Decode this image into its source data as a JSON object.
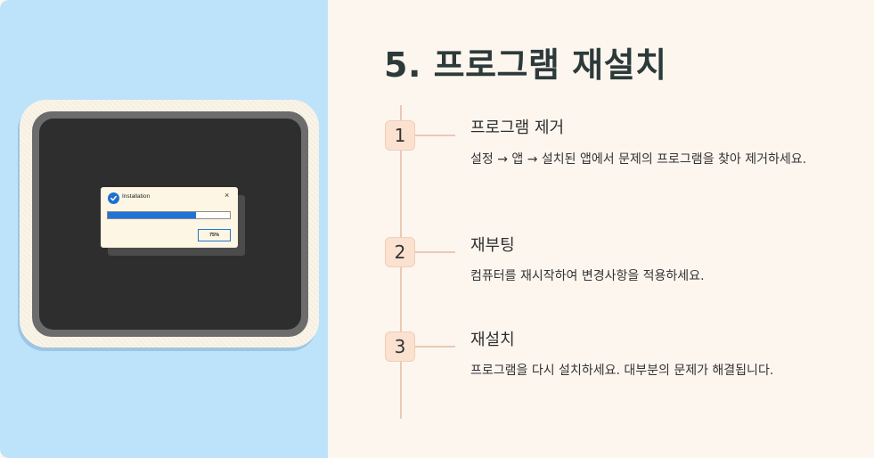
{
  "title": "5. 프로그램 재설치",
  "illustration": {
    "dialog_title": "Installation",
    "dialog_close": "×",
    "progress_fraction": 0.72,
    "button_label": "75%",
    "accent_color": "#1f74d6"
  },
  "steps": [
    {
      "number": "1",
      "title": "프로그램 제거",
      "description": "설정 → 앱 → 설치된 앱에서 문제의 프로그램을 찾아 제거하세요."
    },
    {
      "number": "2",
      "title": "재부팅",
      "description": "컴퓨터를 재시작하여 변경사항을 적용하세요."
    },
    {
      "number": "3",
      "title": "재설치",
      "description": "프로그램을 다시 설치하세요. 대부분의 문제가 해결됩니다."
    }
  ]
}
